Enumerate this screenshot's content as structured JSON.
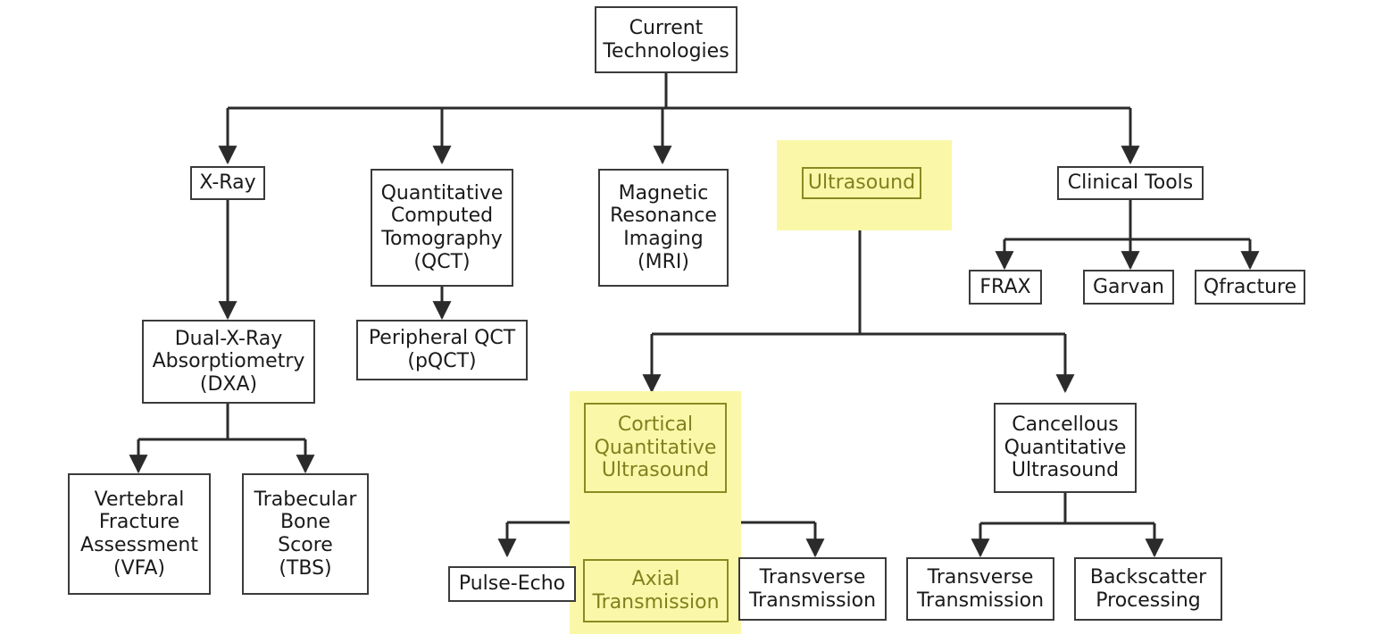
{
  "diagram": {
    "title": "Current Technologies",
    "highlight_color": "#faf8a8",
    "highlight_text_color": "#80801e",
    "line_color": "#2b2b2b",
    "box_border_color": "#3b3b3b",
    "nodes": {
      "root": "Current\nTechnologies",
      "xray": "X-Ray",
      "qct": "Quantitative\nComputed\nTomography\n(QCT)",
      "mri": "Magnetic\nResonance\nImaging\n(MRI)",
      "ultrasound": "Ultrasound",
      "clinical_tools": "Clinical Tools",
      "frax": "FRAX",
      "garvan": "Garvan",
      "qfracture": "Qfracture",
      "dxa": "Dual-X-Ray\nAbsorptiometry\n(DXA)",
      "pqct": "Peripheral QCT\n(pQCT)",
      "vfa": "Vertebral\nFracture\nAssessment\n(VFA)",
      "tbs": "Trabecular\nBone\nScore\n(TBS)",
      "cortical_qus": "Cortical\nQuantitative\nUltrasound",
      "cancellous_qus": "Cancellous\nQuantitative\nUltrasound",
      "pulse_echo": "Pulse-Echo",
      "axial_transmission": "Axial\nTransmission",
      "transverse_transmission_cortical": "Transverse\nTransmission",
      "transverse_transmission_cancellous": "Transverse\nTransmission",
      "backscatter_processing": "Backscatter\nProcessing"
    },
    "highlighted_nodes": [
      "ultrasound",
      "cortical_qus",
      "axial_transmission"
    ],
    "edges": [
      {
        "from": "root",
        "to": "xray"
      },
      {
        "from": "root",
        "to": "qct"
      },
      {
        "from": "root",
        "to": "mri"
      },
      {
        "from": "root",
        "to": "ultrasound"
      },
      {
        "from": "root",
        "to": "clinical_tools"
      },
      {
        "from": "xray",
        "to": "dxa"
      },
      {
        "from": "qct",
        "to": "pqct"
      },
      {
        "from": "dxa",
        "to": "vfa"
      },
      {
        "from": "dxa",
        "to": "tbs"
      },
      {
        "from": "clinical_tools",
        "to": "frax"
      },
      {
        "from": "clinical_tools",
        "to": "garvan"
      },
      {
        "from": "clinical_tools",
        "to": "qfracture"
      },
      {
        "from": "ultrasound",
        "to": "cortical_qus"
      },
      {
        "from": "ultrasound",
        "to": "cancellous_qus"
      },
      {
        "from": "cortical_qus",
        "to": "pulse_echo"
      },
      {
        "from": "cortical_qus",
        "to": "axial_transmission"
      },
      {
        "from": "cortical_qus",
        "to": "transverse_transmission_cortical"
      },
      {
        "from": "cancellous_qus",
        "to": "transverse_transmission_cancellous"
      },
      {
        "from": "cancellous_qus",
        "to": "backscatter_processing"
      }
    ]
  }
}
